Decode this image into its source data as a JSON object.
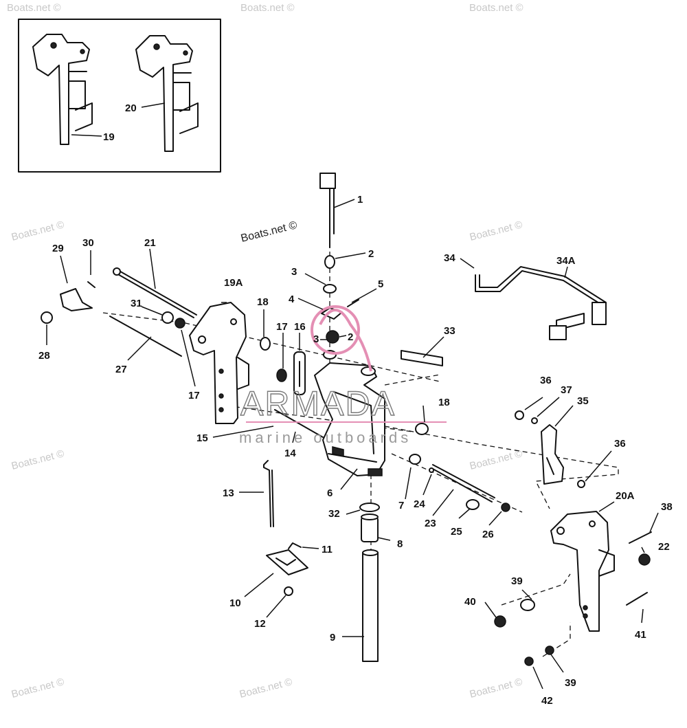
{
  "watermarks": {
    "main": "Boats.net ©",
    "faded": "Boats.net ©"
  },
  "brand": {
    "name": "ARMADA",
    "tagline": "marine outboards",
    "accent_color": "#e48fb4"
  },
  "callouts": [
    {
      "id": "1",
      "text": "1"
    },
    {
      "id": "2",
      "text": "2"
    },
    {
      "id": "2b",
      "text": "2"
    },
    {
      "id": "3",
      "text": "3"
    },
    {
      "id": "3b",
      "text": "3"
    },
    {
      "id": "4",
      "text": "4"
    },
    {
      "id": "5",
      "text": "5"
    },
    {
      "id": "6",
      "text": "6"
    },
    {
      "id": "7",
      "text": "7"
    },
    {
      "id": "8",
      "text": "8"
    },
    {
      "id": "9",
      "text": "9"
    },
    {
      "id": "10",
      "text": "10"
    },
    {
      "id": "11",
      "text": "11"
    },
    {
      "id": "12",
      "text": "12"
    },
    {
      "id": "13",
      "text": "13"
    },
    {
      "id": "14",
      "text": "14"
    },
    {
      "id": "15",
      "text": "15"
    },
    {
      "id": "16",
      "text": "16"
    },
    {
      "id": "17",
      "text": "17"
    },
    {
      "id": "17b",
      "text": "17"
    },
    {
      "id": "18",
      "text": "18"
    },
    {
      "id": "18b",
      "text": "18"
    },
    {
      "id": "19",
      "text": "19"
    },
    {
      "id": "19A",
      "text": "19A"
    },
    {
      "id": "20",
      "text": "20"
    },
    {
      "id": "20A",
      "text": "20A"
    },
    {
      "id": "21",
      "text": "21"
    },
    {
      "id": "22",
      "text": "22"
    },
    {
      "id": "23",
      "text": "23"
    },
    {
      "id": "24",
      "text": "24"
    },
    {
      "id": "25",
      "text": "25"
    },
    {
      "id": "26",
      "text": "26"
    },
    {
      "id": "27",
      "text": "27"
    },
    {
      "id": "28",
      "text": "28"
    },
    {
      "id": "29",
      "text": "29"
    },
    {
      "id": "30",
      "text": "30"
    },
    {
      "id": "31",
      "text": "31"
    },
    {
      "id": "32",
      "text": "32"
    },
    {
      "id": "33",
      "text": "33"
    },
    {
      "id": "34",
      "text": "34"
    },
    {
      "id": "34A",
      "text": "34A"
    },
    {
      "id": "35",
      "text": "35"
    },
    {
      "id": "36",
      "text": "36"
    },
    {
      "id": "36b",
      "text": "36"
    },
    {
      "id": "37",
      "text": "37"
    },
    {
      "id": "38",
      "text": "38"
    },
    {
      "id": "39",
      "text": "39"
    },
    {
      "id": "39b",
      "text": "39"
    },
    {
      "id": "40",
      "text": "40"
    },
    {
      "id": "41",
      "text": "41"
    },
    {
      "id": "42",
      "text": "42"
    }
  ]
}
